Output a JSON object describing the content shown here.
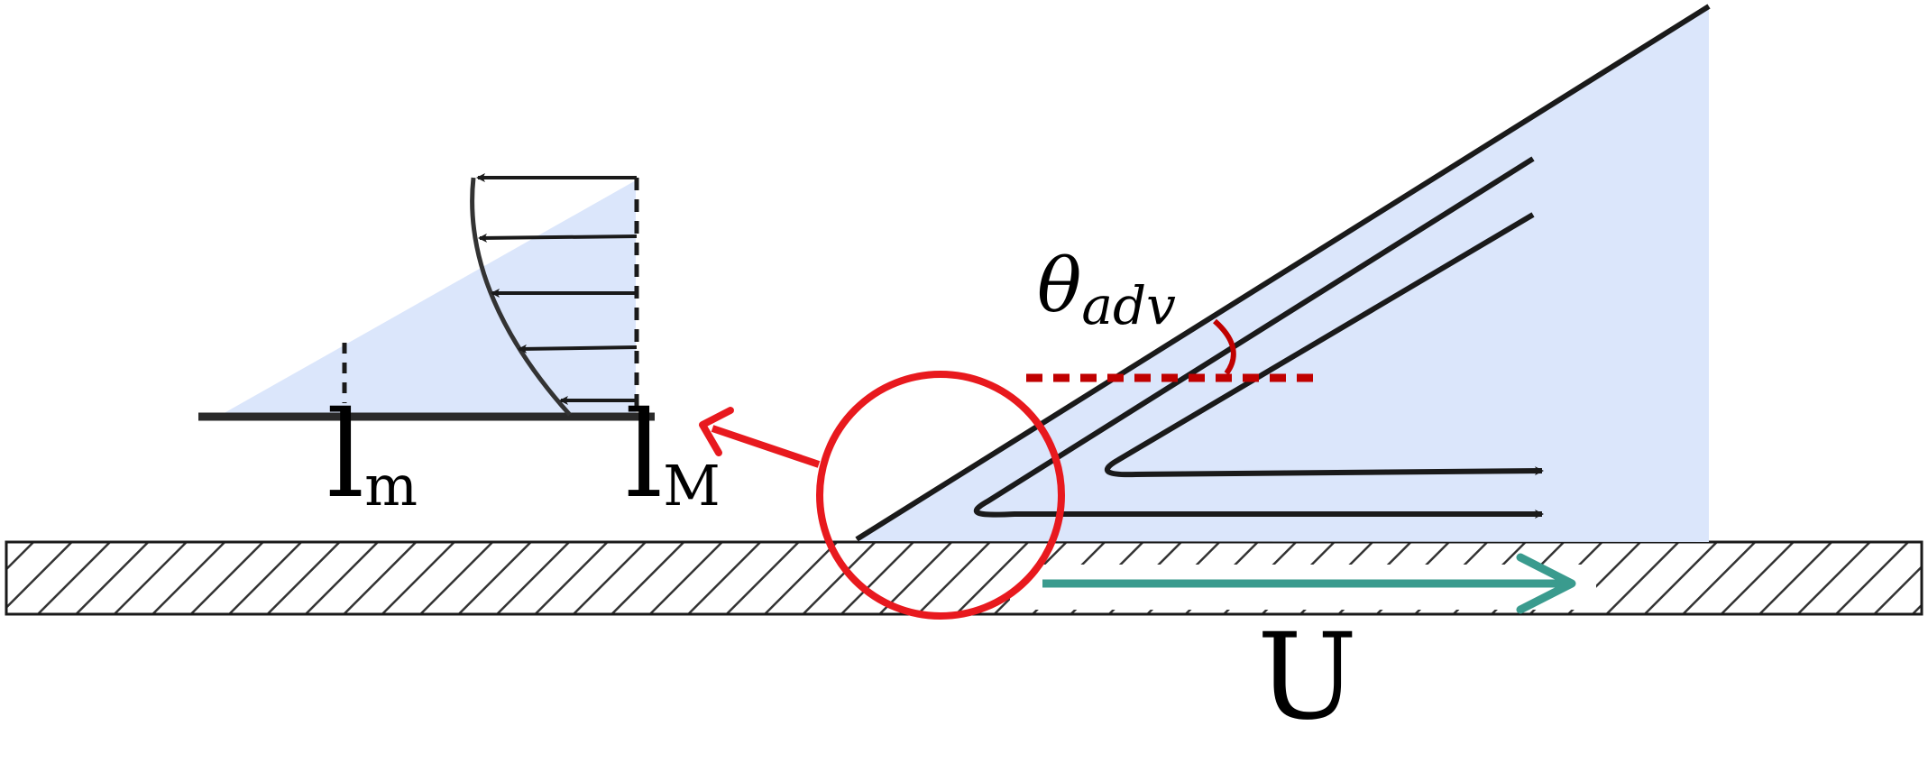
{
  "labels": {
    "theta_symbol": "θ",
    "theta_sub": "adv",
    "l_m_main": "l",
    "l_m_sub": "m",
    "l_M_main": "l",
    "l_M_sub": "M",
    "velocity": "U"
  },
  "colors": {
    "fluid_fill": "#dbe6fb",
    "line": "#1a1a1a",
    "magnifier": "#e8191e",
    "angle_mark": "#c00000",
    "velocity_arrow": "#3a9b8e",
    "hatch": "#333333"
  }
}
